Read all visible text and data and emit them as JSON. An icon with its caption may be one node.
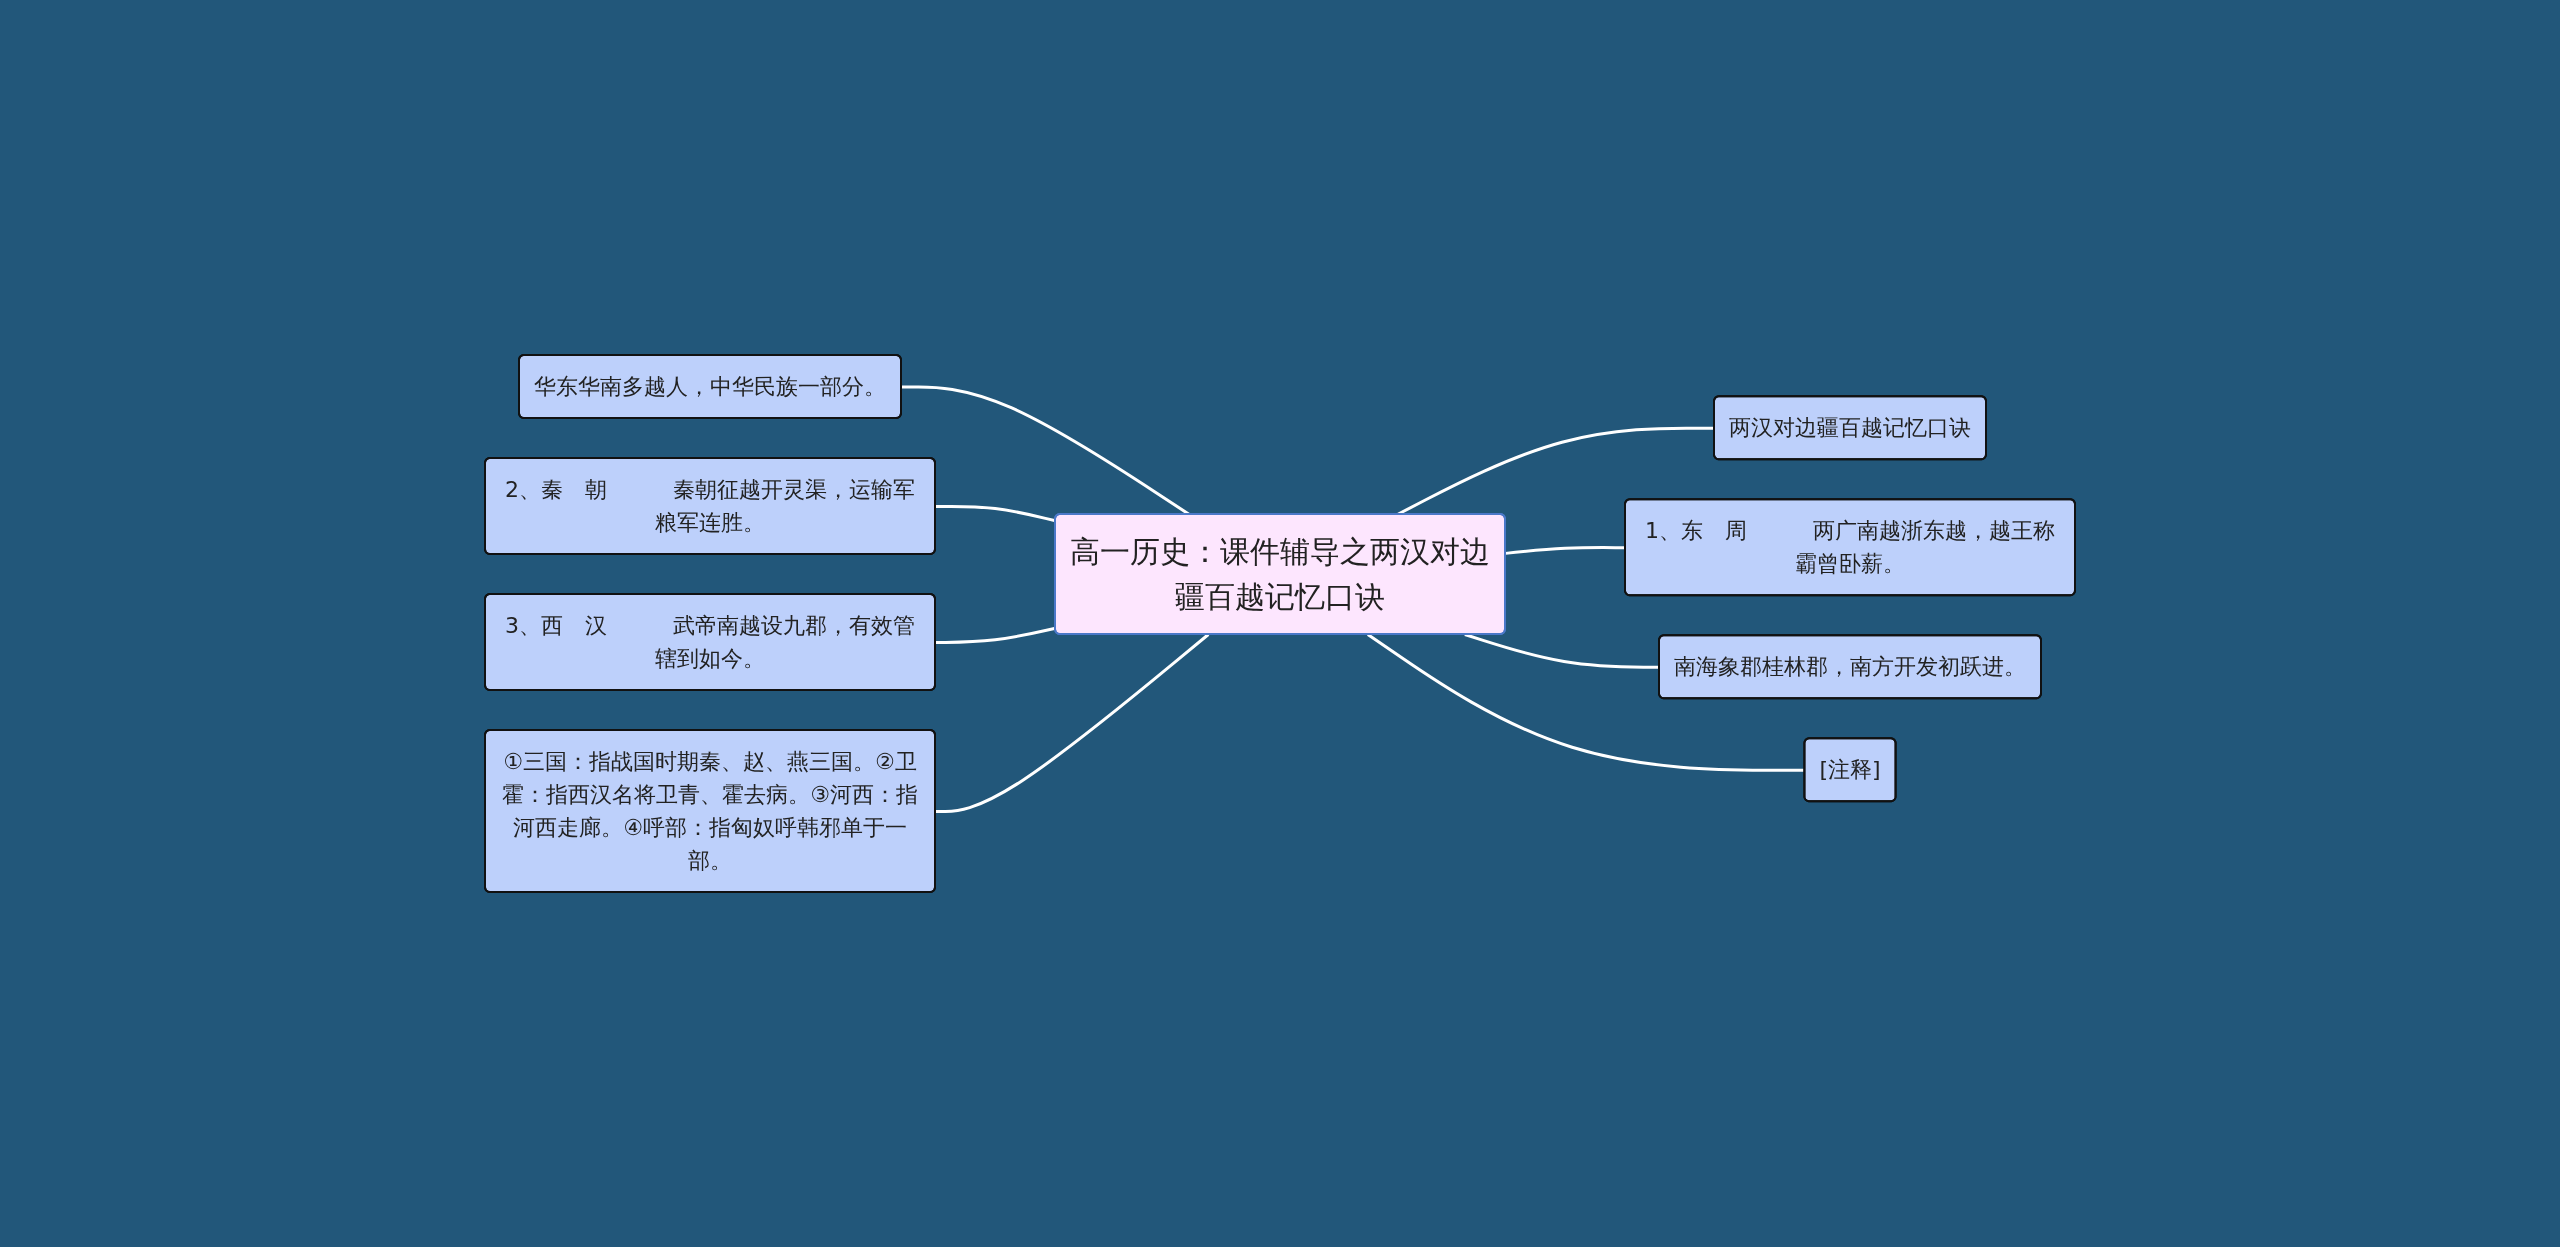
{
  "diagram": {
    "nodes": [
      {
        "text": [
          "高一历史：课件辅导之两汉对边疆百越记忆口诀"
        ]
      },
      {
        "text": [
          "两汉对边疆百越记忆口诀"
        ]
      },
      {
        "text": [
          "1、东　周　　　两广南越浙东越，越王称霸曾卧薪。"
        ]
      },
      {
        "text": [
          "南海象郡桂林郡，南方开发初跃进。"
        ]
      },
      {
        "text": [
          "[注释]"
        ]
      },
      {
        "text": [
          "华东华南多越人，中华民族一部分。"
        ]
      },
      {
        "text": [
          "2、秦　朝　　　秦朝征越开灵渠，运输军粮军连胜。"
        ]
      },
      {
        "text": [
          "3、西　汉　　　武帝南越设九郡，有效管辖到如今。"
        ]
      },
      {
        "text": [
          "①三国：指战国时期秦、赵、燕三国。②卫霍：指西汉名将卫青、霍去病。③河西：指河西走廊。④呼部：指匈奴呼韩邪单于一部。"
        ]
      }
    ],
    "edges": [
      {
        "from": 0,
        "to": 1,
        "arrow": "none"
      },
      {
        "from": 0,
        "to": 2,
        "arrow": "none"
      },
      {
        "from": 0,
        "to": 3,
        "arrow": "none"
      },
      {
        "from": 0,
        "to": 4,
        "arrow": "none"
      },
      {
        "from": 5,
        "to": 0,
        "arrow": "none"
      },
      {
        "from": 6,
        "to": 0,
        "arrow": "none"
      },
      {
        "from": 7,
        "to": 0,
        "arrow": "none"
      },
      {
        "from": 8,
        "to": 0,
        "arrow": "none"
      }
    ]
  }
}
